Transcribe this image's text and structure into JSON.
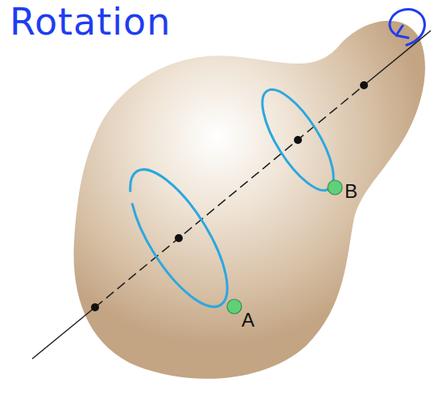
{
  "diagram": {
    "title": "Rotation",
    "labels": [
      "A",
      "B"
    ]
  }
}
